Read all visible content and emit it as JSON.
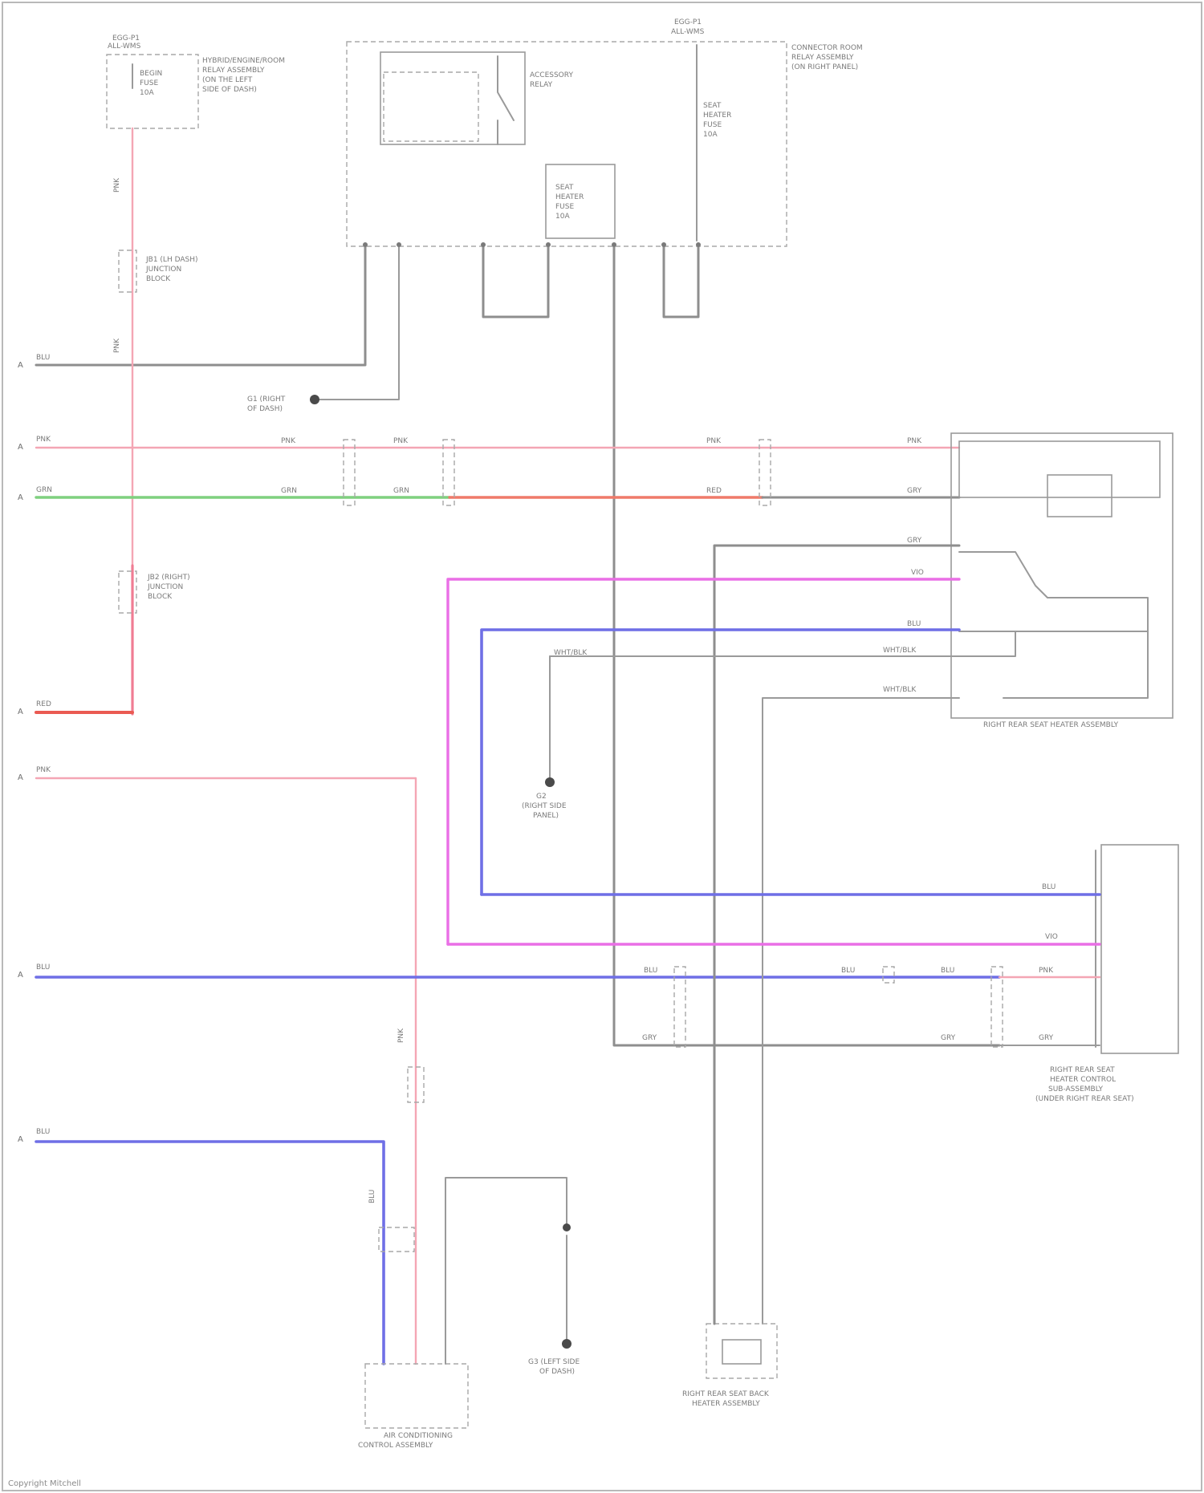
{
  "blocks": {
    "fuse_left": {
      "title": [
        "EGG-P1",
        "ALL-WMS"
      ],
      "label": [
        "BEGIN",
        "FUSE",
        "10A"
      ],
      "desc": [
        "HYBRID/ENGINE/ROOM",
        "RELAY ASSEMBLY",
        "(ON THE LEFT",
        "SIDE OF DASH)"
      ]
    },
    "relay_box": {
      "title": [
        "EGG-P1",
        "ALL-WMS"
      ],
      "desc": [
        "CONNECTOR ROOM",
        "RELAY ASSEMBLY",
        "(ON RIGHT PANEL)"
      ],
      "relay_label": [
        "ACCESSORY",
        "RELAY"
      ],
      "fuse_label": [
        "SEAT",
        "HEATER",
        "FUSE",
        "10A"
      ],
      "fuse2_label": [
        "SEAT",
        "HEATER",
        "FUSE",
        "10A"
      ]
    },
    "jb1": {
      "label": [
        "JB1 (LH DASH)",
        "JUNCTION",
        "BLOCK"
      ]
    },
    "jb2": {
      "label": [
        "JB2 (RIGHT)",
        "JUNCTION",
        "BLOCK"
      ]
    },
    "ground1": {
      "label": [
        "G1 (RIGHT",
        "OF DASH)"
      ]
    },
    "ground2": {
      "label": [
        "G2",
        "(RIGHT SIDE",
        "PANEL)"
      ]
    },
    "ground3": {
      "label": [
        "G3 (LEFT SIDE",
        "OF DASH)"
      ]
    },
    "assembly_right": {
      "label": "RIGHT REAR SEAT HEATER ASSEMBLY"
    },
    "module_right": {
      "label": [
        "RIGHT REAR SEAT",
        "HEATER CONTROL",
        "SUB-ASSEMBLY",
        "(UNDER RIGHT REAR SEAT)"
      ]
    },
    "module_bottom_left": {
      "label": [
        "AIR CONDITIONING",
        "CONTROL ASSEMBLY"
      ]
    },
    "heater_bottom": {
      "label": [
        "RIGHT REAR SEAT BACK",
        "HEATER ASSEMBLY"
      ]
    }
  },
  "rows": {
    "r1": {
      "letter": "A",
      "color": "BLU"
    },
    "r2": {
      "letter": "A",
      "color": "PNK"
    },
    "r3": {
      "letter": "A",
      "color": "GRN"
    },
    "r4": {
      "letter": "A",
      "color": "RED"
    },
    "r5": {
      "letter": "A",
      "color": "PNK"
    },
    "r6": {
      "letter": "A",
      "color": "BLU"
    },
    "r7": {
      "letter": "A",
      "color": "BLU"
    }
  },
  "wire_labels": {
    "pnk": "PNK",
    "grn": "GRN",
    "red": "RED",
    "blu": "BLU",
    "gry": "GRY",
    "vio": "VIO",
    "wht_blk": "WHT/BLK"
  },
  "watermark": "Copyright Mitchell"
}
